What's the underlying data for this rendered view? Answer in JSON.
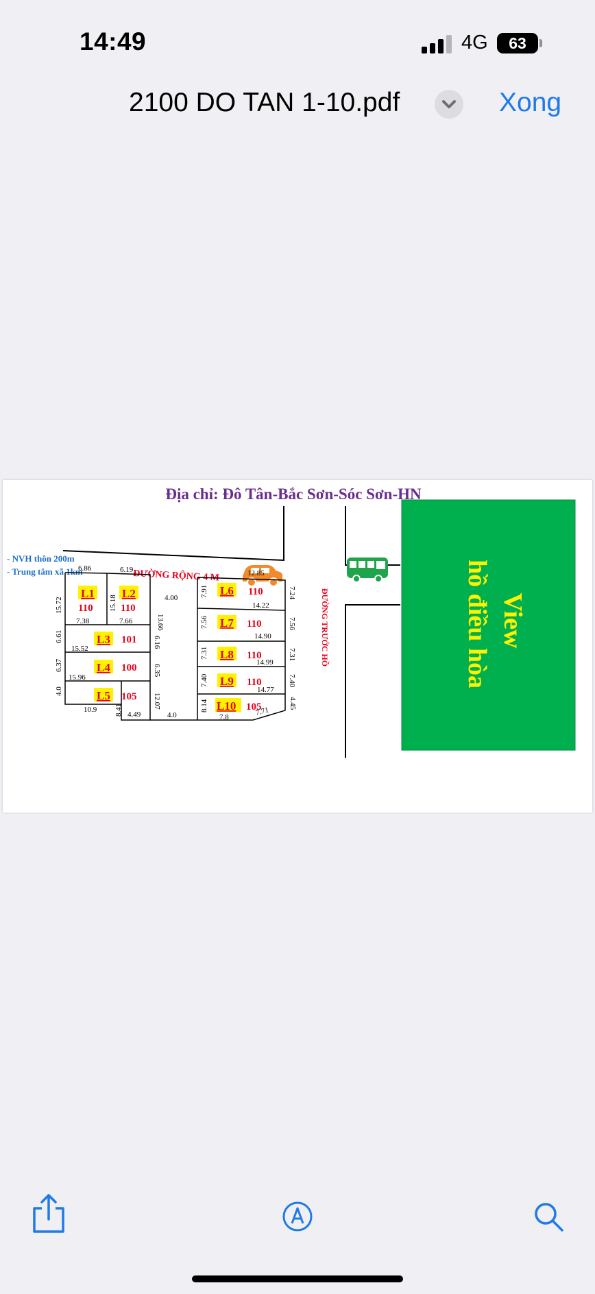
{
  "status_bar": {
    "time": "14:49",
    "network": "4G",
    "battery": "63",
    "battery_level": 0.63
  },
  "header": {
    "title": "2100 DO TAN 1-10.pdf",
    "done_label": "Xong"
  },
  "document": {
    "address": "Địa chỉ: Đô Tân-Bắc Sơn-Sóc Sơn-HN",
    "notes": [
      "- NVH thôn 200m",
      "- Trung tâm xã 1km"
    ],
    "road_width": "ĐƯỜNG RỘNG 4 M",
    "road_front_lake": "ĐƯỜNG TRƯỚC HỒ",
    "view_line1": "View",
    "view_line2": "hồ điều hòa",
    "lots": [
      {
        "code": "L1",
        "area": "110"
      },
      {
        "code": "L2",
        "area": "110"
      },
      {
        "code": "L3",
        "area": "101"
      },
      {
        "code": "L4",
        "area": "100"
      },
      {
        "code": "L5",
        "area": "105"
      },
      {
        "code": "L6",
        "area": "110"
      },
      {
        "code": "L7",
        "area": "110"
      },
      {
        "code": "L8",
        "area": "110"
      },
      {
        "code": "L9",
        "area": "110"
      },
      {
        "code": "L10",
        "area": "105"
      }
    ],
    "dims": {
      "d686": "6.86",
      "d619": "6.19",
      "d400": "4.00",
      "d1285": "12.85",
      "d1572": "15.72",
      "d1518": "15.18",
      "d1366": "13.66",
      "d738": "7.38",
      "d766": "7.66",
      "d661": "6.61",
      "d1552": "15.52",
      "d616": "6.16",
      "d637": "6.37",
      "d1596": "15.96",
      "d635": "6.35",
      "d40a": "4.0",
      "d109": "10.9",
      "d841": "8.41",
      "d449": "4.49",
      "d1207": "12.07",
      "d40b": "4.0",
      "d791": "7.91",
      "d724": "7.24",
      "d1422": "14.22",
      "d756a": "7.56",
      "d756b": "7.56",
      "d1490": "14.90",
      "d731a": "7.31",
      "d731b": "7.31",
      "d1499": "14.99",
      "d740a": "7.40",
      "d740b": "7.40",
      "d1477": "14.77",
      "d814": "8.14",
      "d445": "4.45",
      "d78": "7.8",
      "d771": "7.71"
    },
    "colors": {
      "title": "#6a2c8e",
      "lot_label": "#e4001b",
      "highlight": "#fff200",
      "lake": "#00b04f",
      "lake_text": "#fff200",
      "notes": "#1e6fc4",
      "car": "#f08a2c",
      "bus": "#1ea44a"
    }
  },
  "toolbar": {
    "share": "share-icon",
    "markup": "markup-icon",
    "search": "search-icon"
  }
}
